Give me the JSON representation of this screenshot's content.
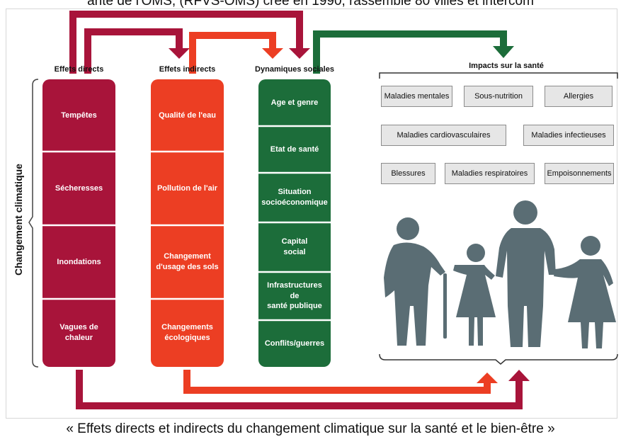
{
  "header_text": "ante de l'OMS, (RFVS-OMS) créé en 1990, rassemble 80 villes et intercom",
  "side_label": "Changement climatique",
  "columns": {
    "direct": {
      "title": "Effets directs",
      "items": [
        "Tempêtes",
        "Sécheresses",
        "Inondations",
        "Vagues de\nchaleur"
      ]
    },
    "indirect": {
      "title": "Effets indirects",
      "items": [
        "Qualité de l'eau",
        "Pollution de l'air",
        "Changement\nd'usage des sols",
        "Changements\nécologiques"
      ]
    },
    "social": {
      "title": "Dynamiques sociales",
      "items": [
        "Age et genre",
        "Etat de santé",
        "Situation\nsocioéconomique",
        "Capital\nsocial",
        "Infrastructures\nde\nsanté publique",
        "Conflits/guerres"
      ]
    },
    "impacts": {
      "title": "Impacts sur la santé",
      "items": [
        "Maladies mentales",
        "Sous-nutrition",
        "Allergies",
        "Maladies cardiovasculaires",
        "Maladies infectieuses",
        "Blessures",
        "Maladies respiratoires",
        "Empoisonnements"
      ]
    }
  },
  "colors": {
    "direct": "#a8143a",
    "indirect": "#ec3e23",
    "social": "#1c6d3a",
    "people": "#5a6d74"
  },
  "people_icon": "family-silhouette-icon",
  "caption": "« Effets directs et indirects du changement climatique sur la santé et le bien-être »"
}
